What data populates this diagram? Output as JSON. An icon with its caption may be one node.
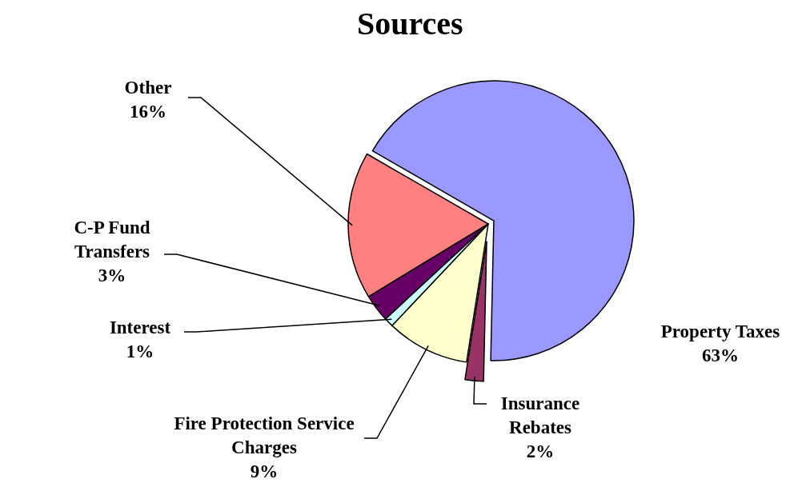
{
  "diagram": {
    "title": "Sources",
    "chart_data": {
      "type": "pie",
      "categories": [
        "Property Taxes",
        "Insurance Rebates",
        "Fire Protection Service Charges",
        "Interest",
        "C-P Fund Transfers",
        "Other"
      ],
      "values": [
        63,
        2,
        9,
        1,
        3,
        16
      ],
      "colors": [
        "#9999ff",
        "#993366",
        "#ffffcc",
        "#ccffff",
        "#660066",
        "#ff8080"
      ],
      "value_labels": [
        "63%",
        "2%",
        "9%",
        "1%",
        "3%",
        "16%"
      ],
      "data_labels": true
    }
  }
}
